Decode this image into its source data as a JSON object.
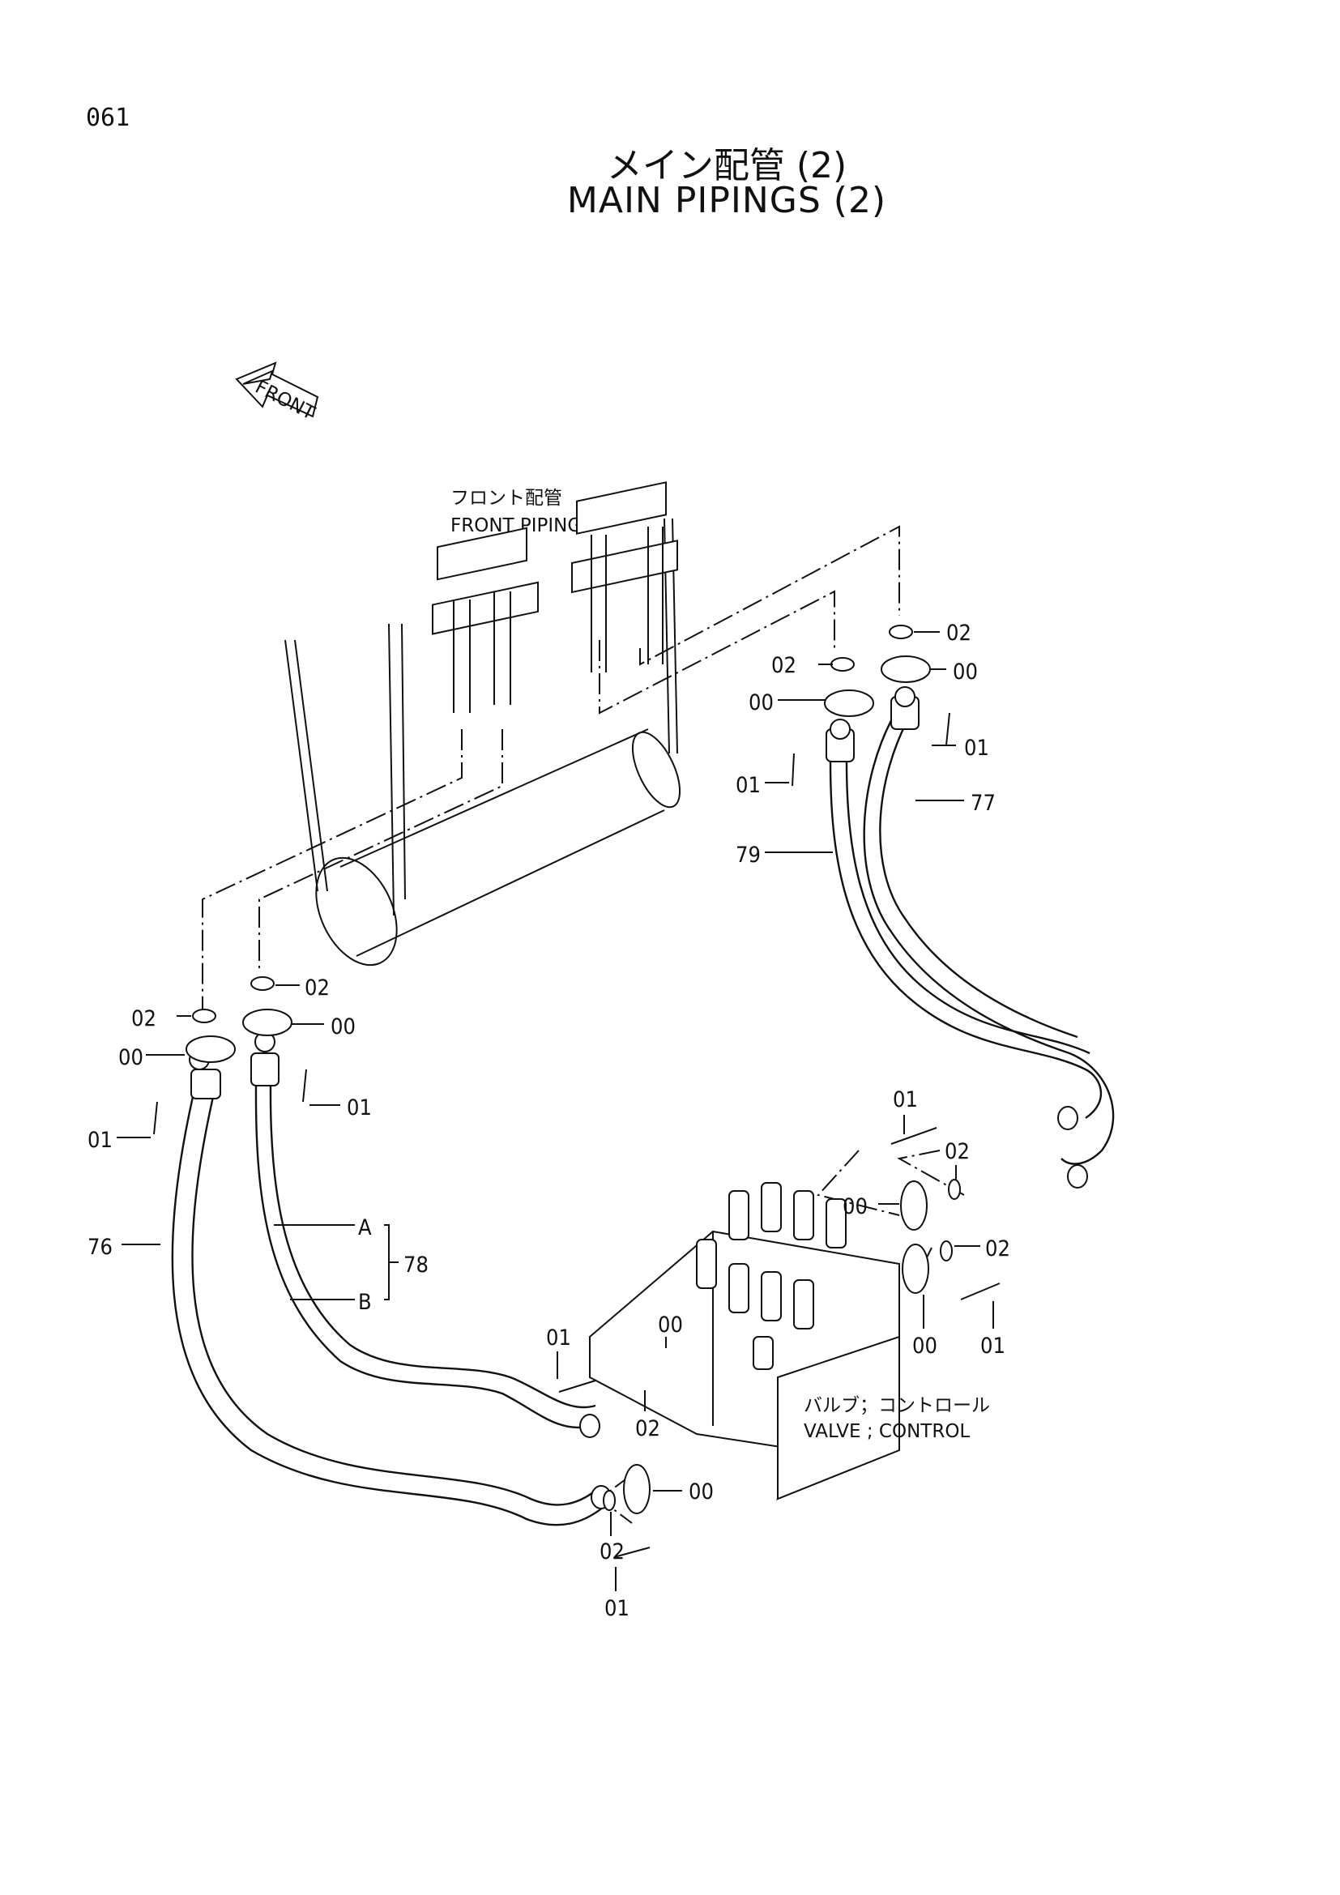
{
  "header": {
    "page_number": "061",
    "title_jp": "メイン配管 (2)",
    "title_en": "MAIN PIPINGS (2)"
  },
  "front_indicator": {
    "label": "FRONT"
  },
  "annotations": {
    "front_pipings_jp": "フロント配管",
    "front_pipings_en": "FRONT PIPINGS",
    "valve_jp": "バルブ；コントロール",
    "valve_en": "VALVE ; CONTROL"
  },
  "callouts": {
    "upper_right": [
      {
        "ref": "02"
      },
      {
        "ref": "02"
      },
      {
        "ref": "00"
      },
      {
        "ref": "00"
      },
      {
        "ref": "01"
      },
      {
        "ref": "01"
      },
      {
        "ref": "77"
      },
      {
        "ref": "79"
      }
    ],
    "left": [
      {
        "ref": "02"
      },
      {
        "ref": "02"
      },
      {
        "ref": "00"
      },
      {
        "ref": "00"
      },
      {
        "ref": "01"
      },
      {
        "ref": "01"
      },
      {
        "ref": "76"
      },
      {
        "ref": "A"
      },
      {
        "ref": "B"
      },
      {
        "ref": "78"
      }
    ],
    "valve_area": [
      {
        "ref": "01"
      },
      {
        "ref": "02"
      },
      {
        "ref": "00"
      },
      {
        "ref": "02"
      },
      {
        "ref": "00"
      },
      {
        "ref": "01"
      },
      {
        "ref": "01"
      },
      {
        "ref": "00"
      },
      {
        "ref": "02"
      },
      {
        "ref": "02"
      },
      {
        "ref": "00"
      },
      {
        "ref": "01"
      }
    ]
  }
}
